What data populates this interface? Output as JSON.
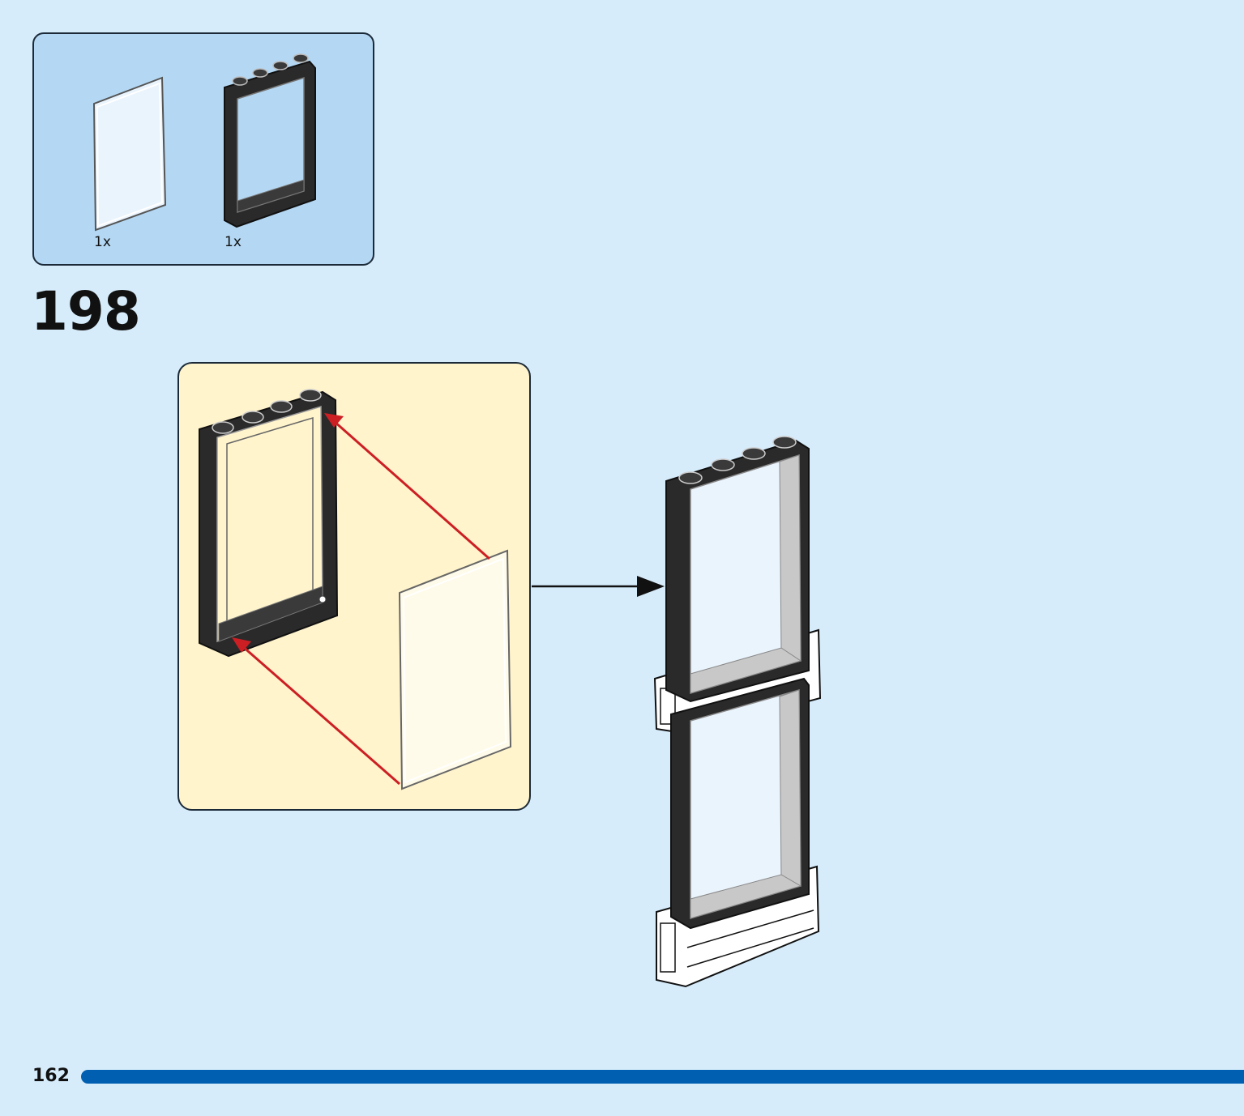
{
  "parts_list": {
    "items": [
      {
        "name": "glass-pane",
        "count": "1x"
      },
      {
        "name": "window-frame",
        "count": "1x"
      }
    ]
  },
  "step": {
    "number": "198"
  },
  "footer": {
    "page_number": "162"
  },
  "colors": {
    "page_background": "#d6ecfb",
    "parts_box_background": "#b4d8f4",
    "callout_background": "#fff4cc",
    "frame_black": "#2a2a2a",
    "arrow_red": "#cc1f24",
    "progress_blue": "#005fb0"
  }
}
